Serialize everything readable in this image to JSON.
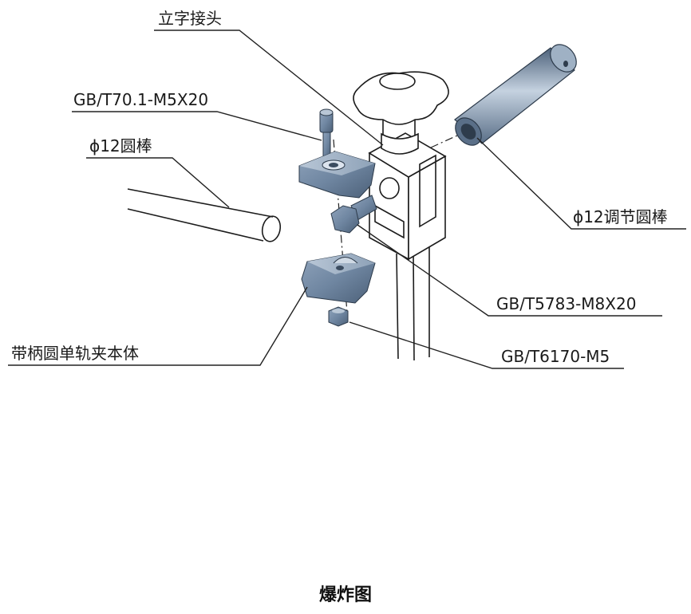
{
  "diagram": {
    "labels": {
      "vertical_joint": "立字接头",
      "screw_m5x20": "GB/T70.1-M5X20",
      "rod_12": "ϕ12圆棒",
      "adjust_rod_12": "ϕ12调节圆棒",
      "bolt_m8x20": "GB/T5783-M8X20",
      "clamp_body": "带柄圆单轨夹本体",
      "nut_m5": "GB/T6170-M5"
    },
    "caption": "爆炸图"
  }
}
